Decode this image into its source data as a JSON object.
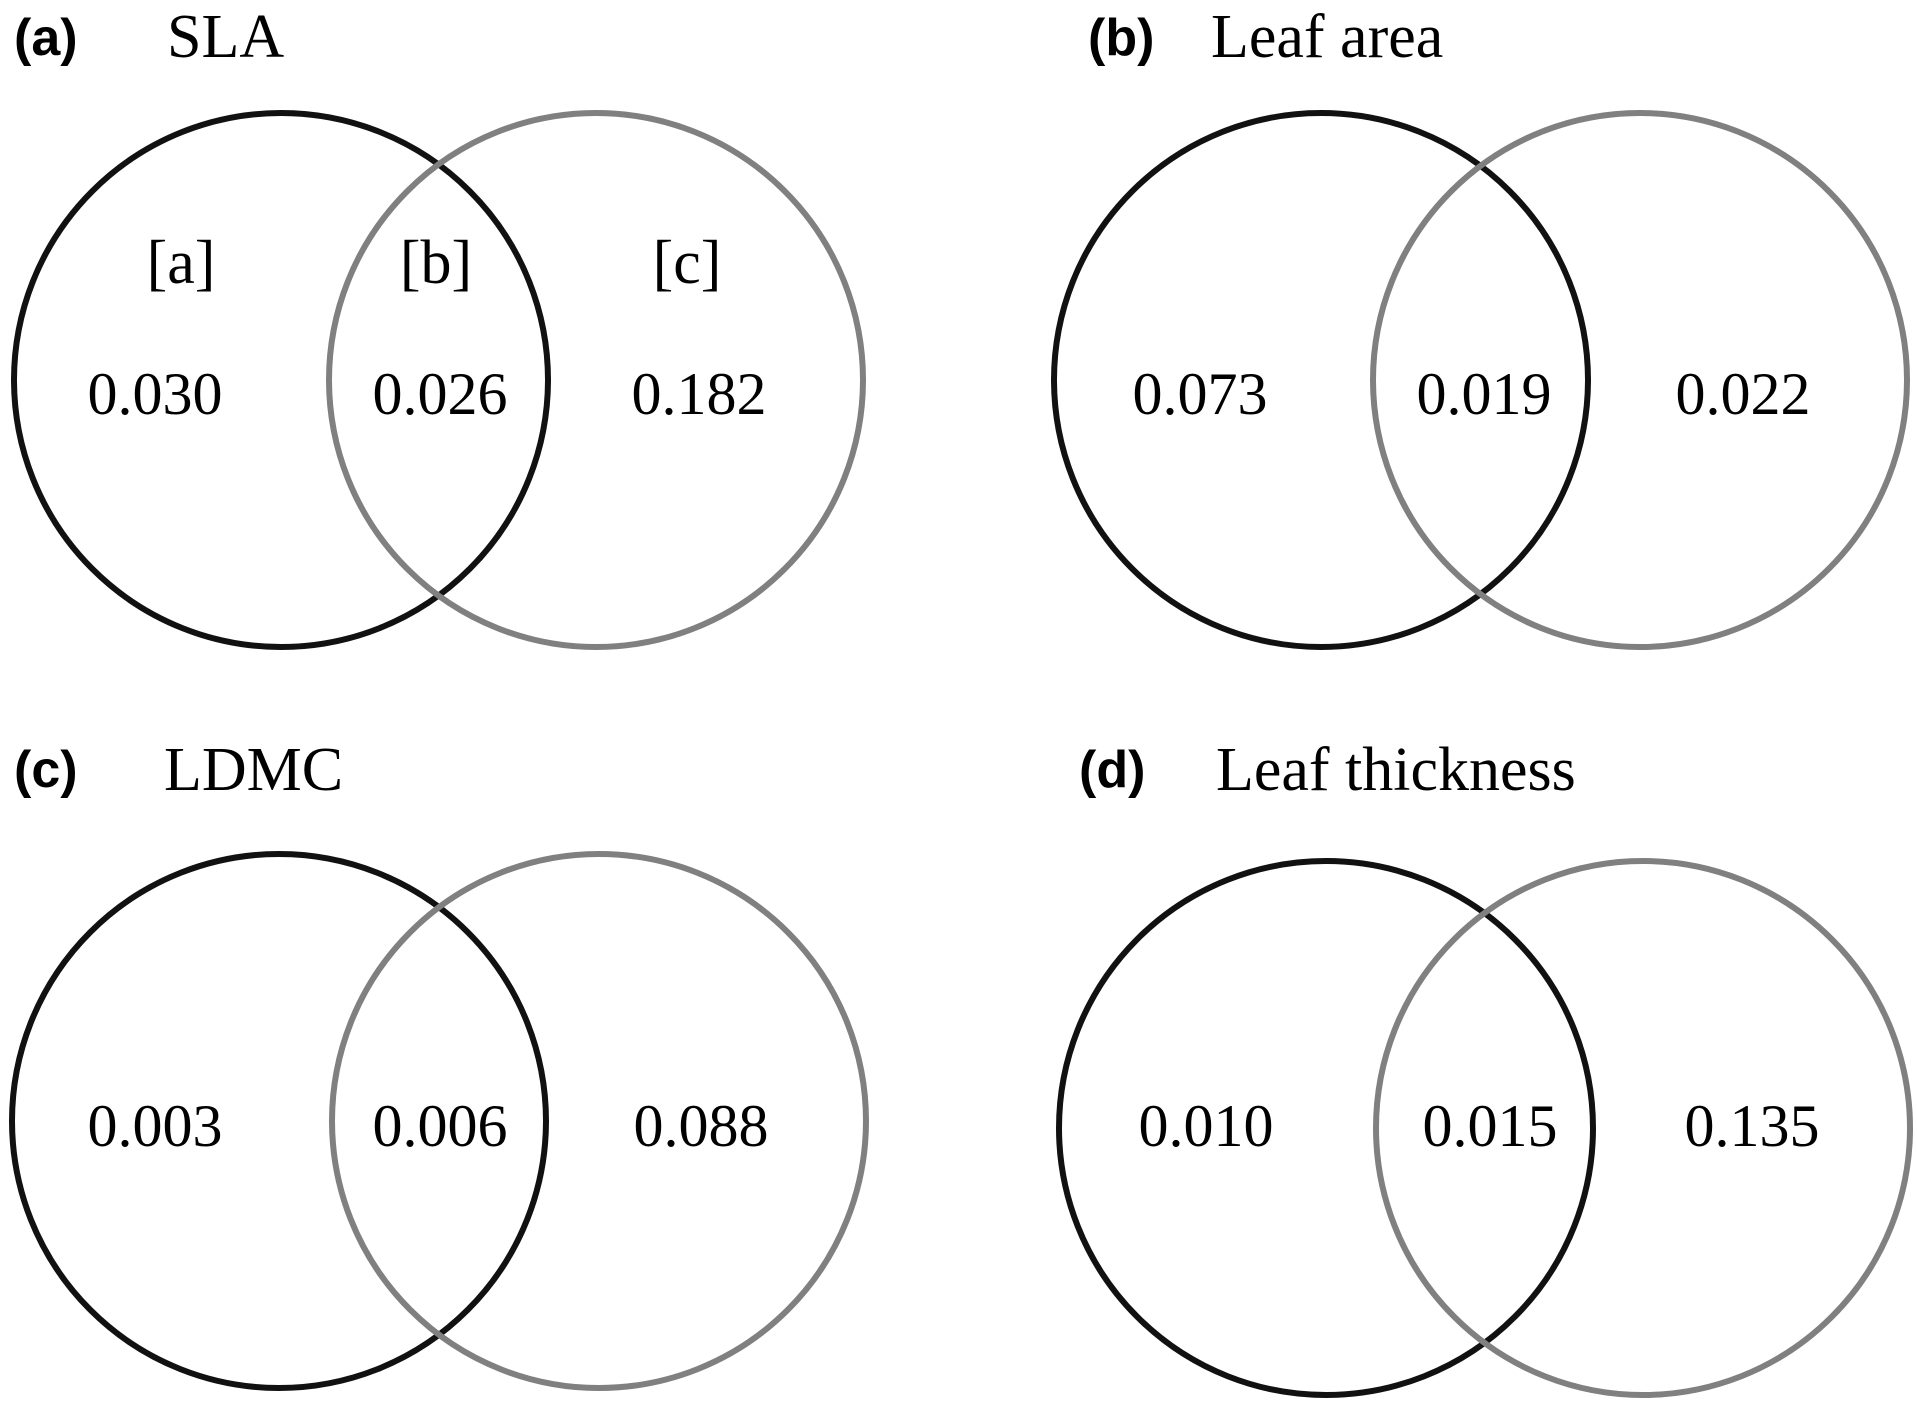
{
  "colors": {
    "first_circle": "#111111",
    "second_circle": "#808080",
    "text": "#000000",
    "background": "#ffffff"
  },
  "panels": [
    {
      "letter": "(a)",
      "title": "SLA",
      "region_labels": [
        "[a]",
        "[b]",
        "[c]"
      ],
      "values": [
        "0.030",
        "0.026",
        "0.182"
      ]
    },
    {
      "letter": "(b)",
      "title": "Leaf area",
      "region_labels": [],
      "values": [
        "0.073",
        "0.019",
        "0.022"
      ]
    },
    {
      "letter": "(c)",
      "title": "LDMC",
      "region_labels": [],
      "values": [
        "0.003",
        "0.006",
        "0.088"
      ]
    },
    {
      "letter": "(d)",
      "title": "Leaf thickness",
      "region_labels": [],
      "values": [
        "0.010",
        "0.015",
        "0.135"
      ]
    }
  ]
}
